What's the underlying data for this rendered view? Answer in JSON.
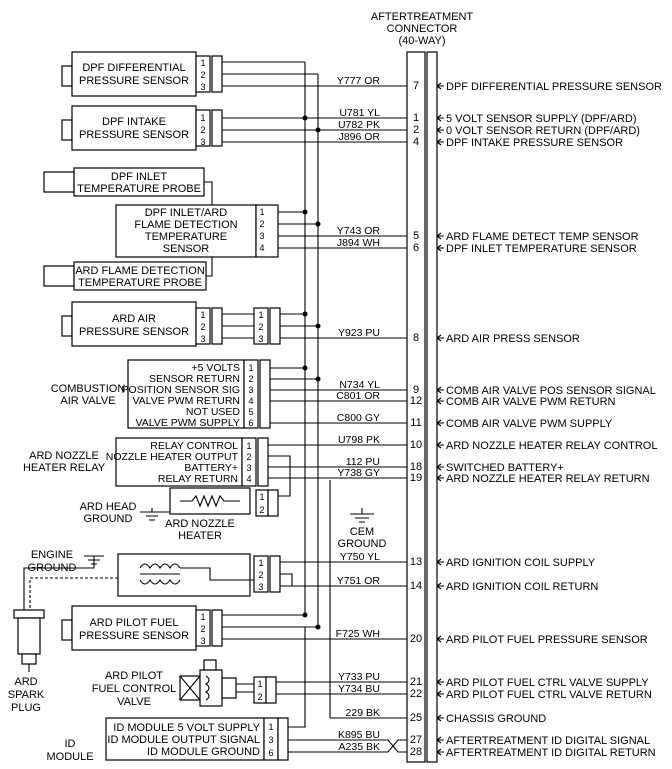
{
  "connector": {
    "title": [
      "AFTERTREATMENT",
      "CONNECTOR",
      "(40-WAY)"
    ]
  },
  "components": {
    "dpf_diff": [
      "DPF DIFFERENTIAL",
      "PRESSURE SENSOR"
    ],
    "dpf_intake": [
      "DPF INTAKE",
      "PRESSURE SENSOR"
    ],
    "dpf_inlet_probe": [
      "DPF INLET",
      "TEMPERATURE PROBE"
    ],
    "flame_detection": [
      "DPF INLET/ARD",
      "FLAME DETECTION",
      "TEMPERATURE",
      "SENSOR"
    ],
    "ard_flame_probe": [
      "ARD FLAME DETECTION",
      "TEMPERATURE PROBE"
    ],
    "ard_air": [
      "ARD  AIR",
      "PRESSURE SENSOR"
    ],
    "combustion_label": [
      "COMBUSTION",
      "AIR VALVE"
    ],
    "combustion_pins": [
      "+5 VOLTS",
      "SENSOR RETURN",
      "POSITION SENSOR SIG",
      "VALVE PWM RETURN",
      "NOT USED",
      "VALVE PWM SUPPLY"
    ],
    "nozzle_relay_label": [
      "ARD NOZZLE",
      "HEATER RELAY"
    ],
    "nozzle_relay_pins": [
      "RELAY CONTROL",
      "NOZZLE HEATER OUTPUT",
      "BATTERY+",
      "RELAY RETURN"
    ],
    "ard_head_ground": [
      "ARD HEAD",
      "GROUND"
    ],
    "ard_nozzle_heater": [
      "ARD NOZZLE",
      "HEATER"
    ],
    "cem_ground": [
      "CEM",
      "GROUND"
    ],
    "engine_ground": [
      "ENGINE",
      "GROUND"
    ],
    "ard_spark_plug": [
      "ARD",
      "SPARK",
      "PLUG"
    ],
    "ard_pilot_fuel_sensor": [
      "ARD PILOT FUEL",
      "PRESSURE SENSOR"
    ],
    "ard_pilot_fuel_valve": [
      "ARD PILOT",
      "FUEL CONTROL",
      "VALVE"
    ],
    "id_module_label": [
      "ID",
      "MODULE"
    ],
    "id_module_pins": [
      "ID MODULE 5 VOLT SUPPLY",
      "ID MODULE OUTPUT SIGNAL",
      "ID MODULE GROUND"
    ]
  },
  "circuits": [
    {
      "wire": "Y777 OR",
      "pin": "7",
      "function": "DPF DIFFERENTIAL PRESSURE SENSOR"
    },
    {
      "wire": "U781 YL",
      "pin": "1",
      "function": "5 VOLT SENSOR SUPPLY (DPF/ARD)"
    },
    {
      "wire": "U782 PK",
      "pin": "2",
      "function": "0 VOLT SENSOR RETURN (DPF/ARD)"
    },
    {
      "wire": "J896 OR",
      "pin": "4",
      "function": "DPF INTAKE PRESSURE SENSOR"
    },
    {
      "wire": "Y743 OR",
      "pin": "5",
      "function": "ARD FLAME DETECT TEMP SENSOR"
    },
    {
      "wire": "J894 WH",
      "pin": "6",
      "function": "DPF INLET TEMPERATURE SENSOR"
    },
    {
      "wire": "Y923 PU",
      "pin": "8",
      "function": "ARD AIR PRESS SENSOR"
    },
    {
      "wire": "N734 YL",
      "pin": "9",
      "function": "COMB AIR VALVE POS SENSOR SIGNAL"
    },
    {
      "wire": "C801 OR",
      "pin": "12",
      "function": "COMB AIR VALVE PWM RETURN"
    },
    {
      "wire": "C800 GY",
      "pin": "11",
      "function": "COMB AIR VALVE PWM SUPPLY"
    },
    {
      "wire": "U798 PK",
      "pin": "10",
      "function": "ARD NOZZLE HEATER RELAY CONTROL"
    },
    {
      "wire": "112 PU",
      "pin": "18",
      "function": "SWITCHED BATTERY+"
    },
    {
      "wire": "Y738 GY",
      "pin": "19",
      "function": "ARD NOZZLE HEATER RELAY RETURN"
    },
    {
      "wire": "Y750 YL",
      "pin": "13",
      "function": "ARD IGNITION COIL SUPPLY"
    },
    {
      "wire": "Y751 OR",
      "pin": "14",
      "function": "ARD IGNITION COIL RETURN"
    },
    {
      "wire": "F725 WH",
      "pin": "20",
      "function": "ARD PILOT FUEL PRESSURE  SENSOR"
    },
    {
      "wire": "Y733 PU",
      "pin": "21",
      "function": "ARD PILOT FUEL CTRL VALVE  SUPPLY"
    },
    {
      "wire": "Y734 BU",
      "pin": "22",
      "function": "ARD PILOT FUEL CTRL VALVE  RETURN"
    },
    {
      "wire": "229 BK",
      "pin": "25",
      "function": "CHASSIS GROUND"
    },
    {
      "wire": "K895 BU",
      "pin": "27",
      "function": "AFTERTREATMENT ID DIGITAL SIGNAL"
    },
    {
      "wire": "A235 BK",
      "pin": "28",
      "function": "AFTERTREATMENT ID DIGITAL RETURN"
    }
  ],
  "pin_numbers": {
    "one_two_three": [
      "1",
      "2",
      "3"
    ],
    "one_to_four": [
      "1",
      "2",
      "3",
      "4"
    ],
    "one_to_six": [
      "1",
      "2",
      "3",
      "4",
      "5",
      "6"
    ],
    "one_two": [
      "1",
      "2"
    ],
    "id_module": [
      "1",
      "3",
      "6"
    ]
  }
}
